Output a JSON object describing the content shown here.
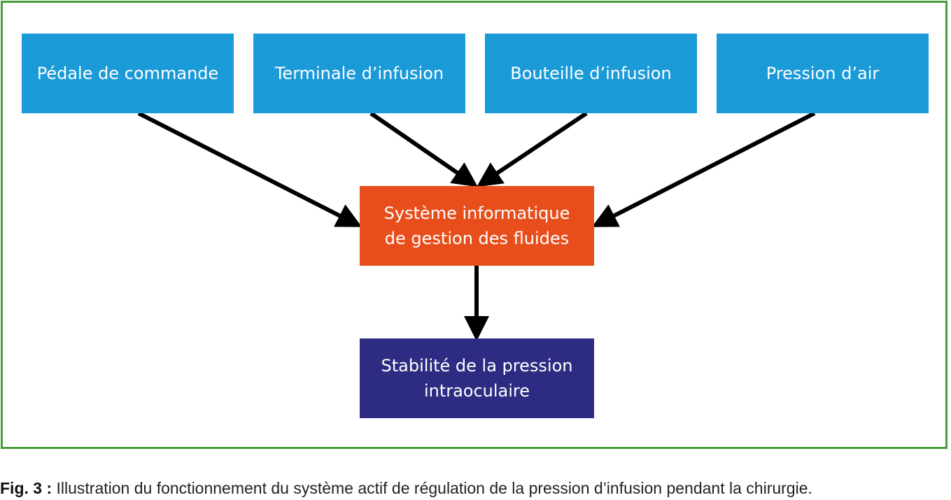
{
  "diagram": {
    "inputs": [
      {
        "id": "pedale",
        "label": "Pédale de commande"
      },
      {
        "id": "terminale",
        "label": "Terminale d’infusion"
      },
      {
        "id": "bouteille",
        "label": "Bouteille d’infusion"
      },
      {
        "id": "pression",
        "label": "Pression d’air"
      }
    ],
    "system": {
      "label": "Système informatique\nde gestion des fluides"
    },
    "result": {
      "label": "Stabilité de la pression\nintraoculaire"
    },
    "edges": [
      {
        "from": "Pédale de commande",
        "to": "Système informatique de gestion des fluides"
      },
      {
        "from": "Terminale d’infusion",
        "to": "Système informatique de gestion des fluides"
      },
      {
        "from": "Bouteille d’infusion",
        "to": "Système informatique de gestion des fluides"
      },
      {
        "from": "Pression d’air",
        "to": "Système informatique de gestion des fluides"
      },
      {
        "from": "Système informatique de gestion des fluides",
        "to": "Stabilité de la pression intraoculaire"
      }
    ],
    "colors": {
      "input": "#1b9ad8",
      "system": "#e84e1b",
      "result": "#2e2c82",
      "frame": "#4a9b3c",
      "arrow": "#000000"
    }
  },
  "caption": {
    "label": "Fig. 3 :",
    "text": " Illustration du fonctionnement du système actif de régulation de la pression d’infusion pendant la chirurgie."
  }
}
